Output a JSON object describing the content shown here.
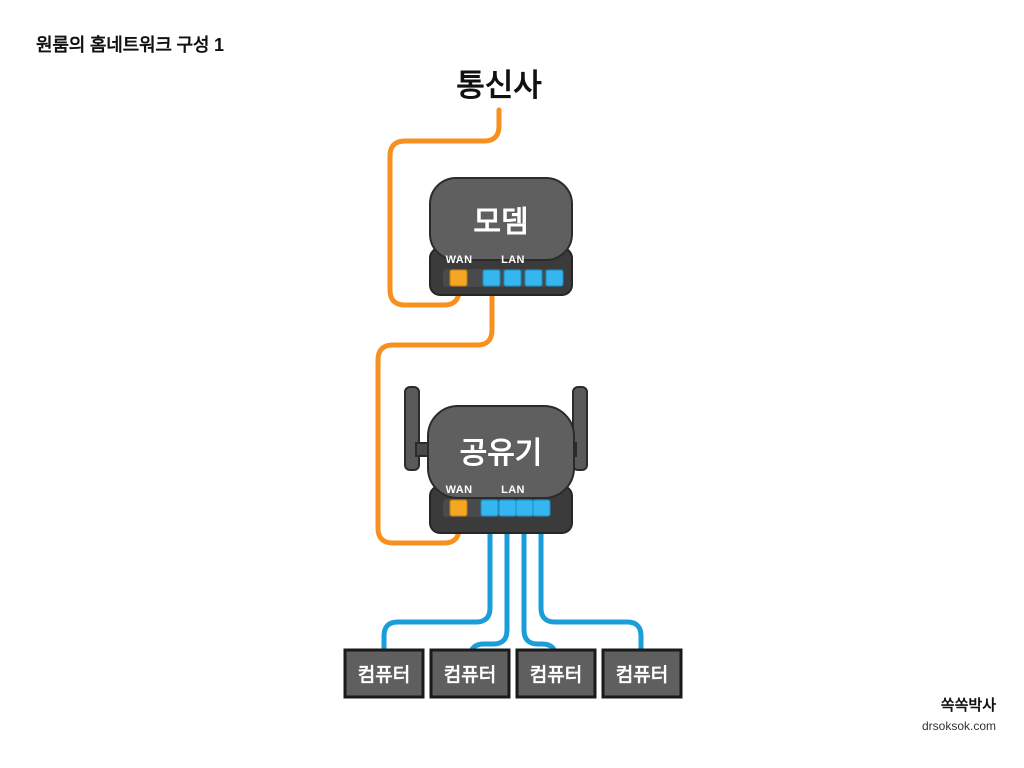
{
  "page": {
    "title": "원룸의 홈네트워크 구성 1",
    "background_color": "#ffffff"
  },
  "watermark": {
    "name": "쏙쏙박사",
    "url": "drsoksok.com"
  },
  "colors": {
    "device_body": "#5f5f5f",
    "device_base": "#3b3b3b",
    "device_outline": "#2b2b2b",
    "wan_port": "#f5a623",
    "lan_port": "#35b6f0",
    "wan_cable": "#f7901e",
    "lan_cable": "#1b9dd9",
    "pc_box": "#5f5f5f",
    "pc_outline": "#1a1a1a",
    "text_dark": "#111111",
    "text_light": "#ffffff"
  },
  "nodes": {
    "isp": {
      "label": "통신사",
      "type": "text-node"
    },
    "modem": {
      "label": "모뎀",
      "type": "device",
      "wan_label": "WAN",
      "lan_label": "LAN",
      "wan_ports": 1,
      "lan_ports": 4,
      "antennas": 0
    },
    "router": {
      "label": "공유기",
      "type": "device",
      "wan_label": "WAN",
      "lan_label": "LAN",
      "wan_ports": 1,
      "lan_ports": 4,
      "antennas": 2
    },
    "computers": [
      {
        "label": "컴퓨터"
      },
      {
        "label": "컴퓨터"
      },
      {
        "label": "컴퓨터"
      },
      {
        "label": "컴퓨터"
      }
    ]
  },
  "connections": [
    {
      "from": "isp",
      "to": "modem.wan",
      "color": "#f7901e"
    },
    {
      "from": "modem.lan1",
      "to": "router.wan",
      "color": "#f7901e"
    },
    {
      "from": "router.lan1",
      "to": "computer1",
      "color": "#1b9dd9"
    },
    {
      "from": "router.lan2",
      "to": "computer2",
      "color": "#1b9dd9"
    },
    {
      "from": "router.lan3",
      "to": "computer3",
      "color": "#1b9dd9"
    },
    {
      "from": "router.lan4",
      "to": "computer4",
      "color": "#1b9dd9"
    }
  ]
}
